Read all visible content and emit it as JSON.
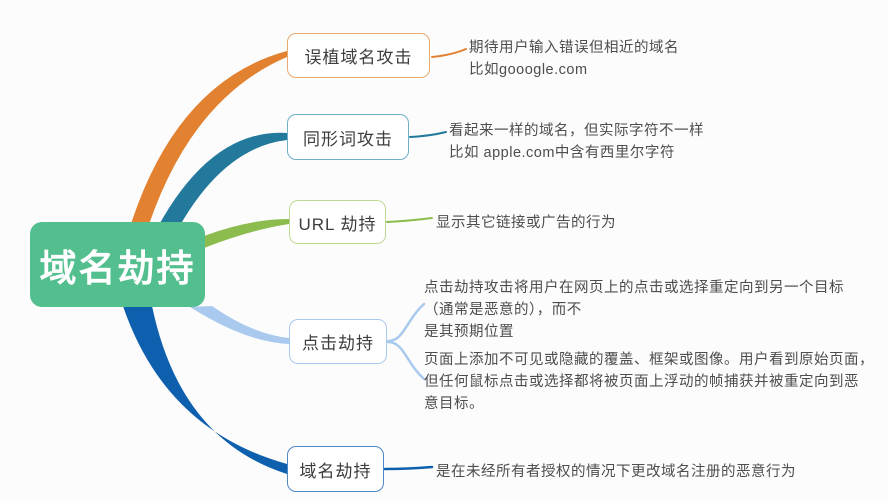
{
  "root": {
    "label": "域名劫持",
    "fill_color": "#53be8e",
    "text_color": "#ffffff"
  },
  "branches": [
    {
      "id": "typosquatting",
      "label": "误植域名攻击",
      "color": "#e2812f",
      "border_color": "#e9a96f",
      "descriptions": [
        "期待用户输入错误但相近的域名\n比如gooogle.com"
      ]
    },
    {
      "id": "homograph-attack",
      "label": "同形词攻击",
      "color": "#22799b",
      "border_color": "#6faec6",
      "descriptions": [
        "看起来一样的域名，但实际字符不一样\n比如 apple.com中含有西里尔字符"
      ]
    },
    {
      "id": "url-hijacking",
      "label": "URL 劫持",
      "color": "#8bbc4d",
      "border_color": "#c0d795",
      "descriptions": [
        "显示其它链接或广告的行为"
      ]
    },
    {
      "id": "clickjacking",
      "label": "点击劫持",
      "color": "#a9caee",
      "border_color": "#a9caee",
      "descriptions": [
        "点击劫持攻击将用户在网页上的点击或选择重定向到另一个目标\n（通常是恶意的），而不\n是其预期位置",
        "页面上添加不可见或隐藏的覆盖、框架或图像。用户看到原始页面，\n但任何鼠标点击或选择都将被页面上浮动的帧捕获并被重定向到恶\n意目标。"
      ]
    },
    {
      "id": "domain-hijacking",
      "label": "域名劫持",
      "color": "#0e5fad",
      "border_color": "#4c89c4",
      "descriptions": [
        "是在未经所有者授权的情况下更改域名注册的恶意行为"
      ]
    }
  ]
}
